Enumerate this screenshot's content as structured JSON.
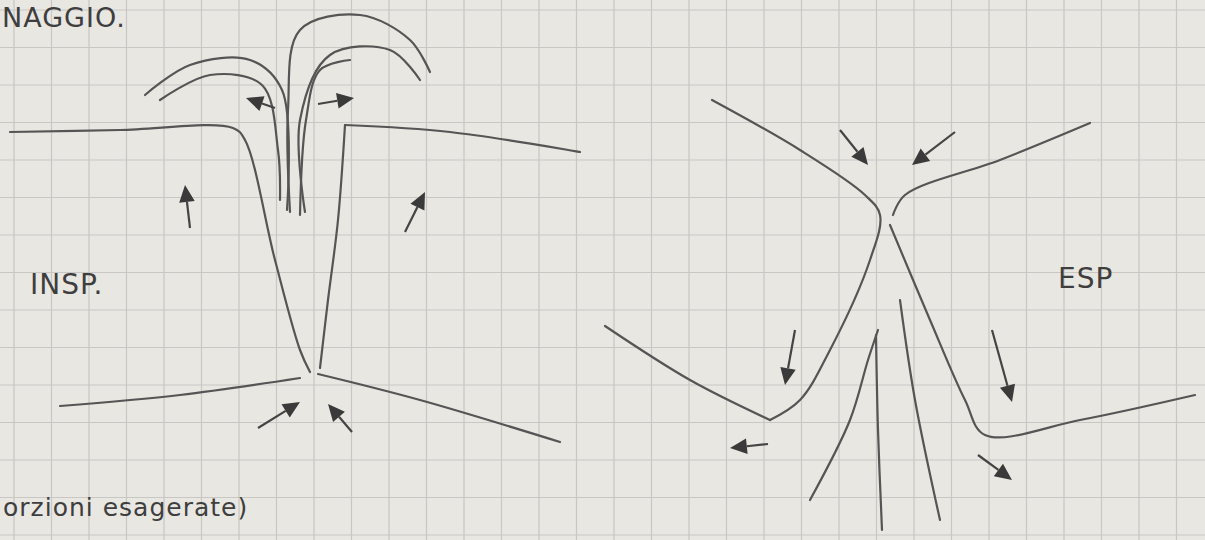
{
  "diagram": {
    "labels": [
      "NAGGIO.",
      "INSP.",
      "ESP",
      "orzioni esagerate)"
    ]
  }
}
